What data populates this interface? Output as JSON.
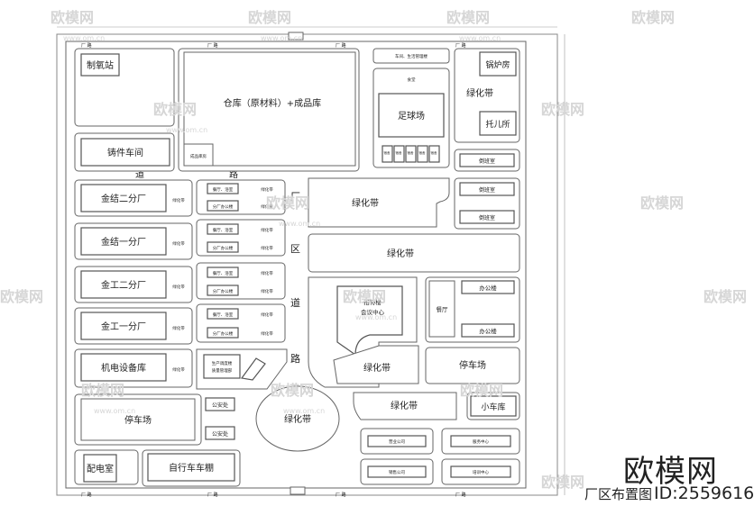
{
  "caption": {
    "title": "厂区布置图",
    "id": "ID:2559616"
  },
  "brand": {
    "name": "欧模网"
  },
  "watermark": {
    "text": "欧模网",
    "url": "www.om.cn"
  },
  "roads": {
    "road_top": "厂 路",
    "road_bottom": "厂 路",
    "road_left": "道",
    "road_mid": "路",
    "main_road": [
      "厂",
      "区",
      "道",
      "路"
    ]
  },
  "buildings": {
    "oxygen": "制氧站",
    "warehouse": "仓库（原材料）+成品库",
    "warehouse_note": "成品库房",
    "casting": "铸件车间",
    "jinjie2": "金结二分厂",
    "jinjie1": "金结一分厂",
    "jingong2": "金工二分厂",
    "jingong1": "金工一分厂",
    "mech_store": "机电设备库",
    "parking_left": "停车场",
    "distribution": "配电室",
    "bike_shed": "自行车车棚",
    "green_left": "绿化带",
    "security1": "公安处",
    "security2": "公安处",
    "mgmt_office": "生产调度楼\n质量管理部",
    "restaurant_top": "车间、生活管理楼",
    "canteen_small": "食堂",
    "football": "足球场",
    "boiler": "锅炉房",
    "green_ne": "绿化带",
    "kinder": "托儿所",
    "duty1": "倒班室",
    "duty2": "倒班室",
    "duty3": "倒班室",
    "green_c1": "绿化带",
    "green_c2": "绿化带",
    "reception": "招待楼\n会议中心",
    "office_block": "办公楼",
    "canteen": "餐厅",
    "office2": "办公楼",
    "green_c3": "绿化带",
    "parking_right": "停车场",
    "green_c4": "绿化带",
    "garage": "小车库",
    "s1": "营业公司",
    "s2": "服务中心",
    "s3": "销售公司",
    "s4": "培训中心"
  },
  "pairs": [
    {
      "a": "餐厅、浴室",
      "b": "分厂办公楼",
      "g1": "绿化带",
      "g2": "绿化带"
    },
    {
      "a": "餐厅、浴室",
      "b": "分厂办公楼",
      "g1": "绿化带",
      "g2": "绿化带"
    },
    {
      "a": "餐厅、浴室",
      "b": "分厂办公楼",
      "g1": "绿化带",
      "g2": "绿化带"
    },
    {
      "a": "餐厅、浴室",
      "b": "分厂办公楼",
      "g1": "绿化带",
      "g2": "绿化带"
    }
  ],
  "strip_labels": [
    "绿化带",
    "绿化带",
    "绿化带",
    "绿化带",
    "绿化带"
  ],
  "small_units": [
    "宿舍",
    "宿舍",
    "宿舍",
    "宿舍",
    "宿舍"
  ]
}
